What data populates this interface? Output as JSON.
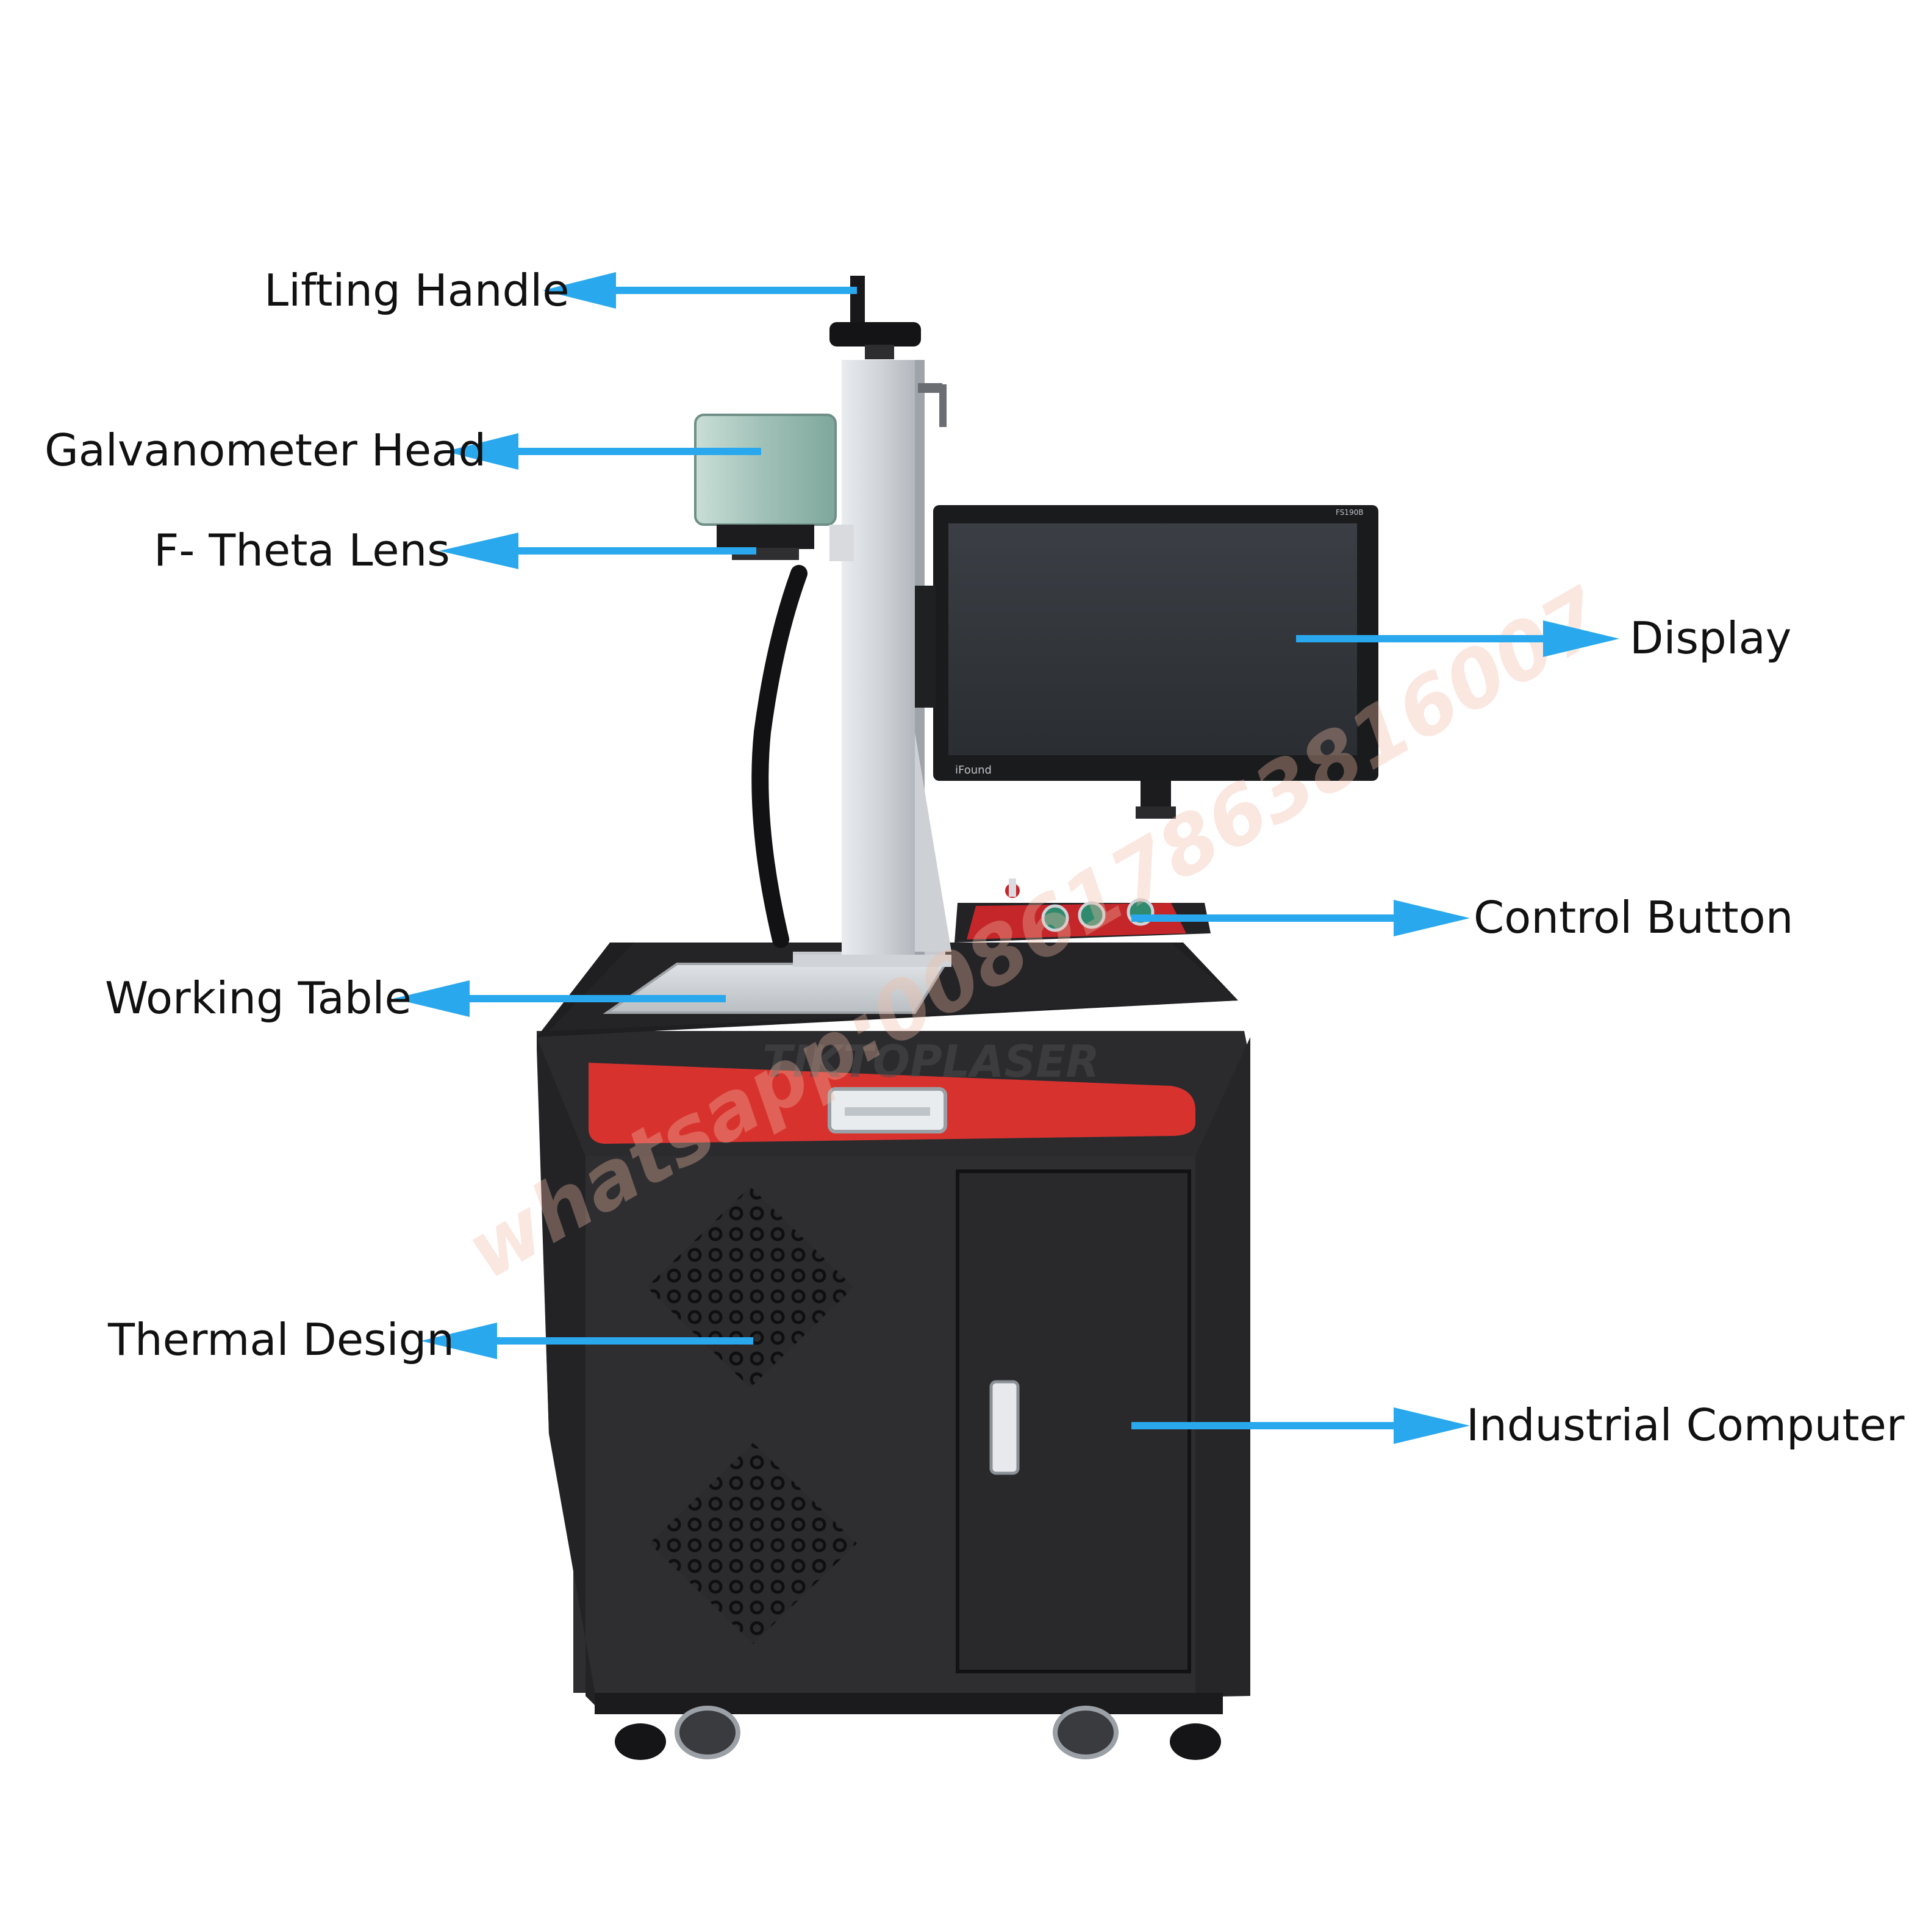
{
  "labels": {
    "lifting_handle": "Lifting Handle",
    "galvanometer_head": "Galvanometer Head",
    "f_theta_lens": "F- Theta Lens",
    "display": "Display",
    "control_button": "Control Button",
    "working_table": "Working Table",
    "thermal_design": "Thermal Design",
    "industrial_computer": "Industrial Computer"
  },
  "branding": {
    "cabinet_brand": "TIKTOPLASER",
    "monitor_brand": "iFound",
    "monitor_model": "FS190B",
    "watermark": "whatsapp:008617863816007"
  },
  "colors": {
    "arrow": "#29A8EE",
    "cabinet": "#2B2B2E",
    "accent_red": "#D8322E",
    "label_text": "#111111"
  }
}
